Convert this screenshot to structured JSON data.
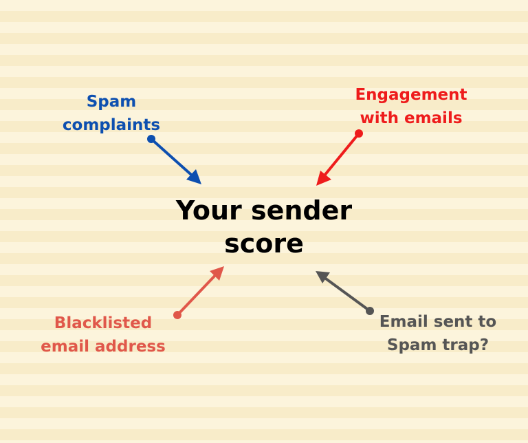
{
  "center": {
    "line1": "Your sender",
    "line2": "score"
  },
  "factors": [
    {
      "line1": "Spam",
      "line2": "complaints",
      "color": "#0d4fb0"
    },
    {
      "line1": "Engagement",
      "line2": "with emails",
      "color": "#ee1c1c"
    },
    {
      "line1": "Blacklisted",
      "line2": "email address",
      "color": "#e0574a"
    },
    {
      "line1": "Email sent to",
      "line2": "Spam trap?",
      "color": "#555555"
    }
  ]
}
